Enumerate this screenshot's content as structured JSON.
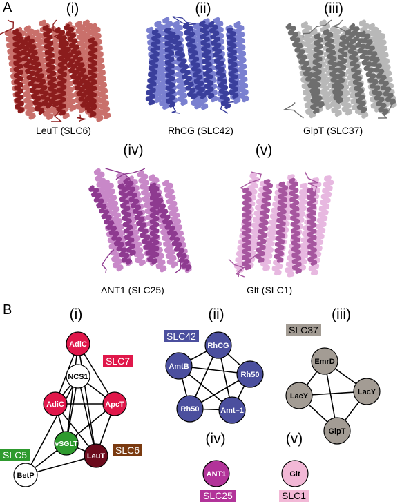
{
  "panel_a": {
    "letter": "A",
    "structures": [
      {
        "roman": "(i)",
        "caption": "LeuT (SLC6)",
        "color": "#8b1c1c",
        "light": "#c9706b"
      },
      {
        "roman": "(ii)",
        "caption": "RhCG (SLC42)",
        "color": "#3a3f9c",
        "light": "#7a80d0"
      },
      {
        "roman": "(iii)",
        "caption": "GlpT (SLC37)",
        "color": "#6e6e6e",
        "light": "#b8b8b8"
      },
      {
        "roman": "(iv)",
        "caption": "ANT1 (SLC25)",
        "color": "#8e3a90",
        "light": "#c888c8"
      },
      {
        "roman": "(v)",
        "caption": "Glt (SLC1)",
        "color": "#a6569f",
        "light": "#e7b8e0"
      }
    ]
  },
  "panel_b": {
    "letter": "B",
    "networks": [
      {
        "roman": "(i)"
      },
      {
        "roman": "(ii)"
      },
      {
        "roman": "(iii)"
      },
      {
        "roman": "(iv)"
      },
      {
        "roman": "(v)"
      }
    ],
    "families": {
      "slc7": {
        "label": "SLC7",
        "bg": "#e0174a",
        "fg": "#ffffff"
      },
      "slc5": {
        "label": "SLC5",
        "bg": "#2e9a2e",
        "fg": "#ffffff"
      },
      "slc6": {
        "label": "SLC6",
        "bg": "#7a3a10",
        "fg": "#ffffff"
      },
      "slc42": {
        "label": "SLC42",
        "bg": "#4b4f9e",
        "fg": "#ffffff"
      },
      "slc37": {
        "label": "SLC37",
        "bg": "#a39c94",
        "fg": "#000000"
      },
      "slc25": {
        "label": "SLC25",
        "bg": "#b23399",
        "fg": "#ffffff"
      },
      "slc1": {
        "label": "SLC1",
        "bg": "#f2b8d6",
        "fg": "#000000"
      }
    },
    "nodes": {
      "adic_top": "AdiC",
      "ncs1": "NCS1",
      "adic_left": "AdiC",
      "apct": "ApcT",
      "vsglt": "vSGLT",
      "leut": "LeuT",
      "betp": "BetP",
      "rhcg": "RhCG",
      "amtb": "AmtB",
      "rh50_right": "Rh50",
      "rh50_left": "Rh50",
      "amt1": "Amt–1",
      "emrd": "EmrD",
      "lacy_left": "LacY",
      "lacy_right": "LacY",
      "glpt": "GlpT",
      "ant1": "ANT1",
      "glt": "Glt"
    }
  }
}
